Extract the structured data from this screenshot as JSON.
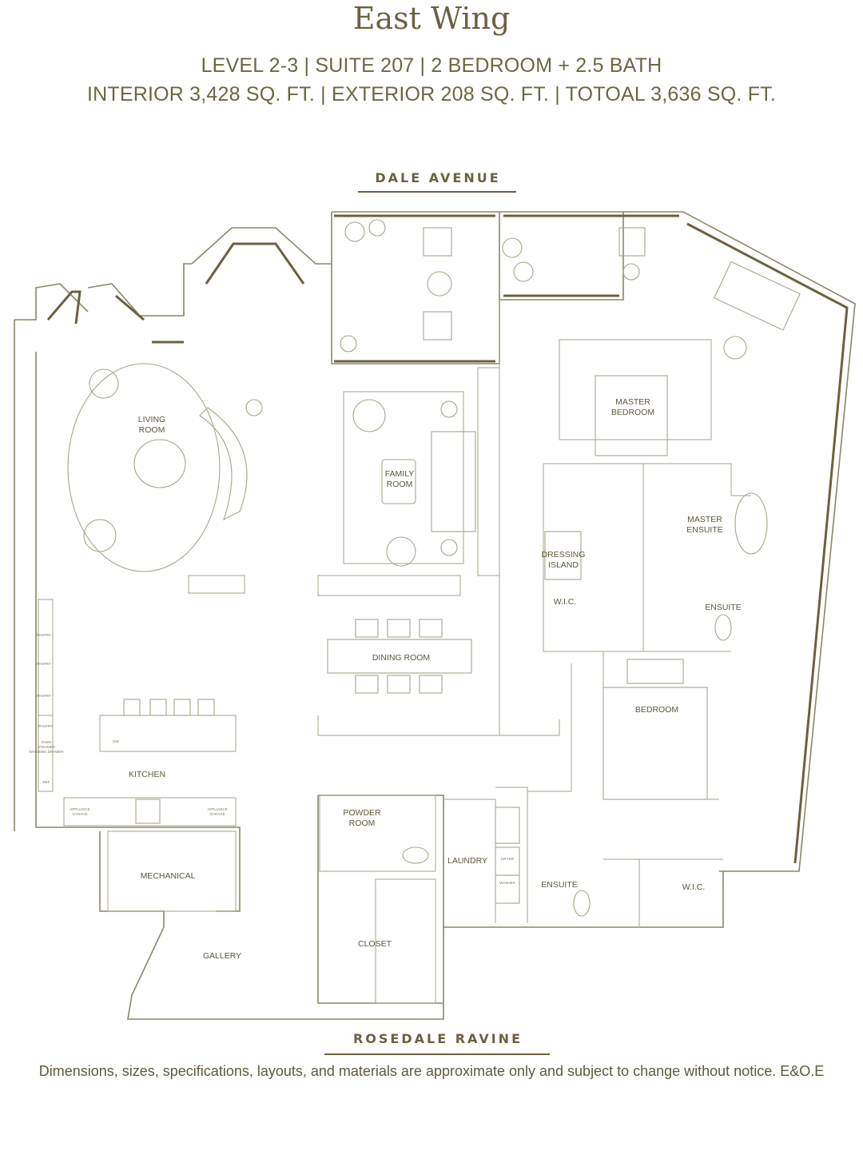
{
  "header": {
    "title": "East Wing",
    "line1": "LEVEL 2-3 | SUITE 207 | 2 BEDROOM + 2.5 BATH",
    "line2": "INTERIOR 3,428 SQ. FT. | EXTERIOR 208 SQ. FT. | TOTOAL 3,636 SQ. FT."
  },
  "streets": {
    "top": "DALE AVENUE",
    "bottom": "ROSEDALE RAVINE"
  },
  "rooms": {
    "living": [
      "LIVING",
      "ROOM"
    ],
    "family": [
      "FAMILY",
      "ROOM"
    ],
    "master_bedroom": [
      "MASTER",
      "BEDROOM"
    ],
    "master_ensuite": [
      "MASTER",
      "ENSUITE"
    ],
    "dressing_island": [
      "DRESSING",
      "ISLAND"
    ],
    "wic_1": "W.I.C.",
    "ensuite_1": "ENSUITE",
    "dining": "DINING ROOM",
    "bedroom": "BEDROOM",
    "kitchen": "KITCHEN",
    "mechanical": "MECHANICAL",
    "powder": [
      "POWDER",
      "ROOM"
    ],
    "laundry": "LAUNDRY",
    "ensuite_2": "ENSUITE",
    "wic_2": "W.I.C.",
    "closet": "CLOSET",
    "gallery": "GALLERY"
  },
  "small_labels": {
    "pantry": "PANTRY",
    "oven": "OVEN",
    "steamer": "STEAMER",
    "warming_drawer": "WARMING DRAWER",
    "ref": "REF",
    "dw": "DW",
    "appliance_garage": [
      "APPLIANCE",
      "GARAGE"
    ],
    "dryer": "DRYER",
    "washer": "WASHER"
  },
  "disclaimer": "Dimensions, sizes, specifications, layouts, and materials are approximate only and subject to change without notice. E&O.E"
}
